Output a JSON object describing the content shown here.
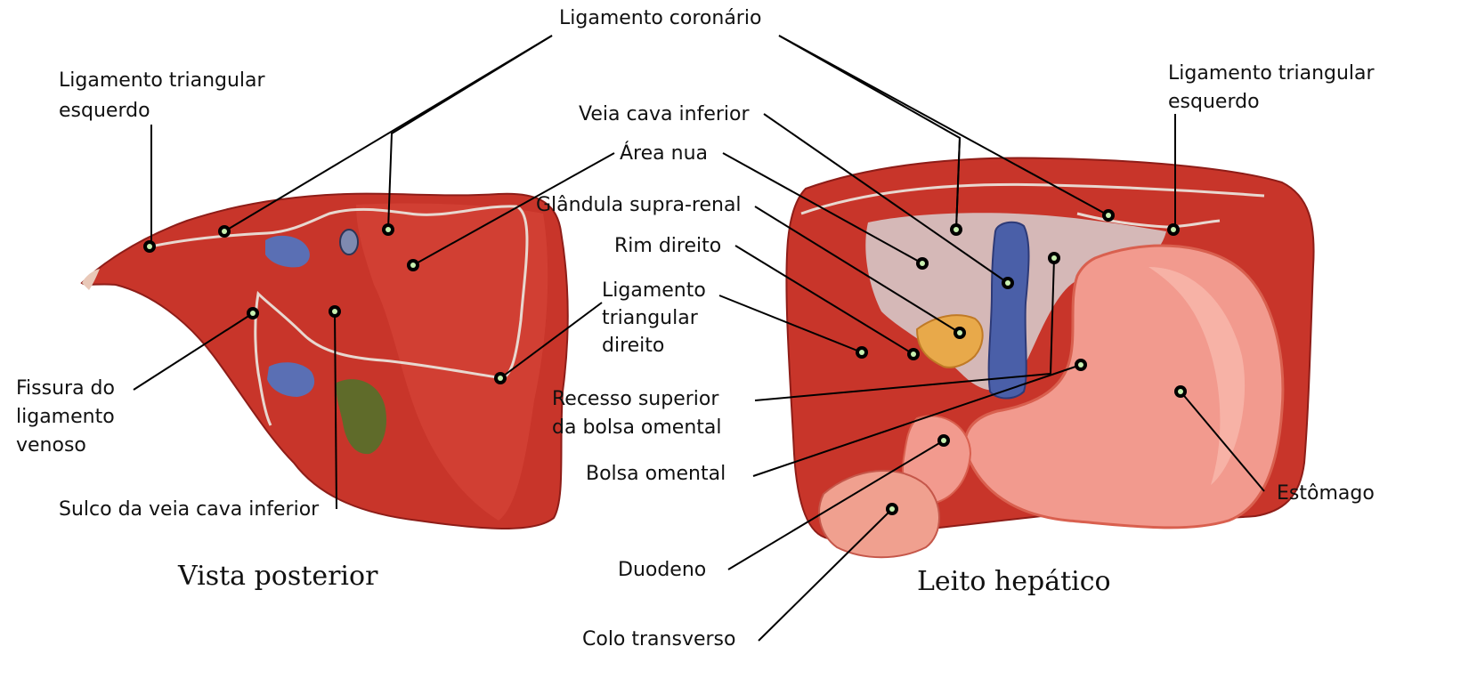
{
  "figure": {
    "left_view": {
      "caption": "Vista posterior",
      "labels": {
        "coronary_ligament": "Ligamento coronário",
        "left_triangular_l1": "Ligamento triangular",
        "left_triangular_l2": "esquerdo",
        "venous_fissure_l1": "Fissura do",
        "venous_fissure_l2": "ligamento",
        "venous_fissure_l3": "venoso",
        "ivc_groove": "Sulco da veia cava inferior",
        "bare_area": "Área nua",
        "right_triangular_l1": "Ligamento",
        "right_triangular_l2": "triangular",
        "right_triangular_l3": "direito"
      }
    },
    "right_view": {
      "caption": "Leito hepático",
      "labels": {
        "left_triangular_l1": "Ligamento triangular",
        "left_triangular_l2": "esquerdo",
        "ivc": "Veia cava inferior",
        "adrenal": "Glândula supra-renal",
        "right_kidney": "Rim direito",
        "omental_recess_l1": "Recesso superior",
        "omental_recess_l2": "da bolsa omental",
        "omental_bursa": "Bolsa omental",
        "duodenum": "Duodeno",
        "transverse_colon": "Colo transverso",
        "stomach": "Estômago"
      }
    },
    "colors": {
      "liver": "#c8352a",
      "liver_dark": "#a82520",
      "liver_light": "#e46a55",
      "stomach": "#f29a8e",
      "stomach_dark": "#d9604f",
      "ivc": "#4a5fa8",
      "adrenal": "#e8a94a",
      "gallbladder": "#5f6b2a",
      "ligament": "#e8d8d0",
      "peritoneum_gray": "#d7cfd0",
      "leader": "#000000",
      "marker_fill": "#c8f0b0"
    }
  }
}
